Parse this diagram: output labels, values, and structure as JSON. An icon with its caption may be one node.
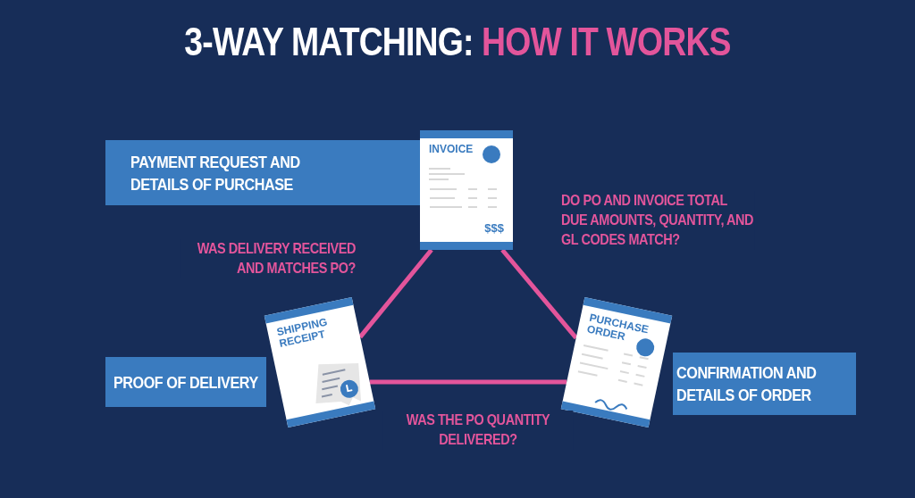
{
  "diagram": {
    "title": "3-WAY MATCHING: **HOW IT WORKS**",
    "nodes": [
      {
        "text": [
          "INVOICE",
          "$$$"
        ]
      },
      {
        "text": [
          "SHIPPING RECEIPT"
        ]
      },
      {
        "text": [
          "PURCHASE ORDER"
        ]
      },
      {
        "text": [
          "PAYMENT REQUEST AND DETAILS OF PURCHASE"
        ]
      },
      {
        "text": [
          "PROOF OF DELIVERY"
        ]
      },
      {
        "text": [
          "CONFIRMATION AND DETAILS OF ORDER"
        ]
      }
    ],
    "edges": [
      {
        "from": 0,
        "to": 1,
        "arrow": "none",
        "label": "WAS DELIVERY RECEIVED AND MATCHES PO?"
      },
      {
        "from": 0,
        "to": 2,
        "arrow": "none",
        "label": "DO PO AND INVOICE TOTAL DUE AMOUNTS, QUANTITY, AND GL CODES MATCH?"
      },
      {
        "from": 1,
        "to": 2,
        "arrow": "none",
        "label": "WAS THE PO QUANTITY DELIVERED?"
      }
    ]
  }
}
